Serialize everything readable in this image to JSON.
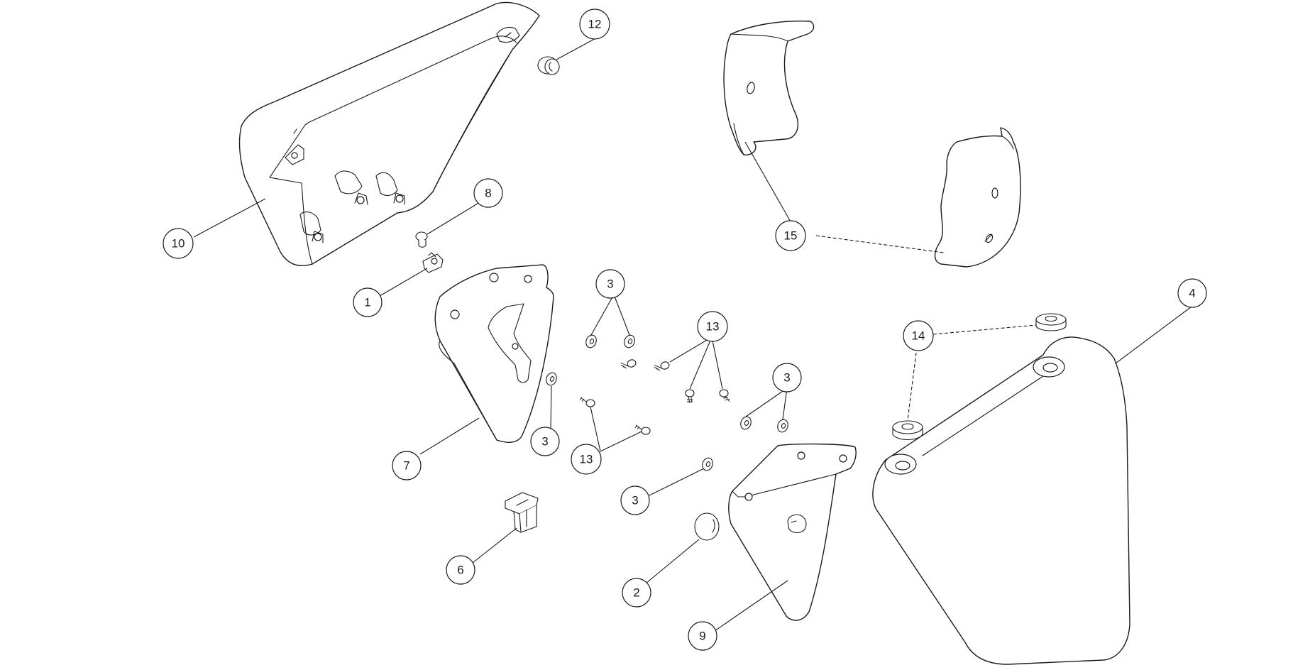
{
  "diagram": {
    "type": "exploded-parts-view",
    "callouts": [
      {
        "id": "c1",
        "label": "1"
      },
      {
        "id": "c2",
        "label": "2"
      },
      {
        "id": "c3a",
        "label": "3"
      },
      {
        "id": "c3b",
        "label": "3"
      },
      {
        "id": "c3c",
        "label": "3"
      },
      {
        "id": "c3d",
        "label": "3"
      },
      {
        "id": "c4",
        "label": "4"
      },
      {
        "id": "c6",
        "label": "6"
      },
      {
        "id": "c7",
        "label": "7"
      },
      {
        "id": "c8",
        "label": "8"
      },
      {
        "id": "c9",
        "label": "9"
      },
      {
        "id": "c10",
        "label": "10"
      },
      {
        "id": "c12",
        "label": "12"
      },
      {
        "id": "c13a",
        "label": "13"
      },
      {
        "id": "c13b",
        "label": "13"
      },
      {
        "id": "c14",
        "label": "14"
      },
      {
        "id": "c15",
        "label": "15"
      }
    ]
  }
}
